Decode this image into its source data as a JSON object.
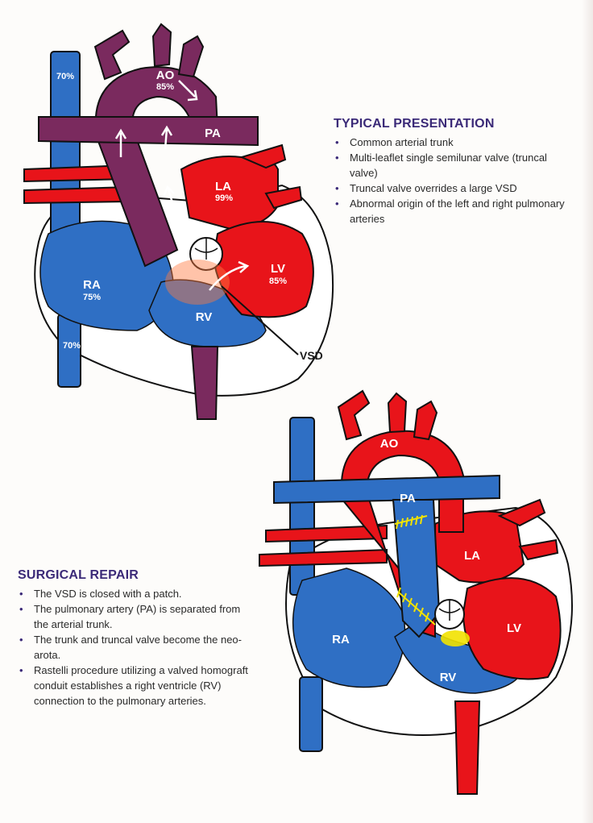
{
  "typical": {
    "title": "TYPICAL PRESENTATION",
    "items": [
      "Common arterial trunk",
      "Multi-leaflet single semilunar valve (truncal valve)",
      "Truncal valve overrides a large VSD",
      "Abnormal origin of the left and right pulmonary arteries"
    ]
  },
  "surgical": {
    "title": "SURGICAL REPAIR",
    "items": [
      "The VSD is closed with a patch.",
      "The pulmonary artery (PA) is separated from the arterial trunk.",
      "The trunk and truncal valve become the neo-arota.",
      "Rastelli procedure utilizing a valved homograft conduit establishes a right ventricle (RV) connection to the pulmonary arteries."
    ]
  },
  "heart_top": {
    "ao": "AO",
    "ao_sat": "85%",
    "pa": "PA",
    "la": "LA",
    "la_sat": "99%",
    "lv": "LV",
    "lv_sat": "85%",
    "ra": "RA",
    "ra_sat": "75%",
    "rv": "RV",
    "svc_sat": "70%",
    "ivc_sat": "70%",
    "vsd": "VSD"
  },
  "heart_bottom": {
    "ao": "AO",
    "pa": "PA",
    "la": "LA",
    "lv": "LV",
    "ra": "RA",
    "rv": "RV"
  },
  "colors": {
    "deoxygenated": "#2f6fc4",
    "oxygenated": "#e8141a",
    "mixed": "#7a2a5e",
    "patch": "#f2e200",
    "title": "#3b2a78"
  }
}
